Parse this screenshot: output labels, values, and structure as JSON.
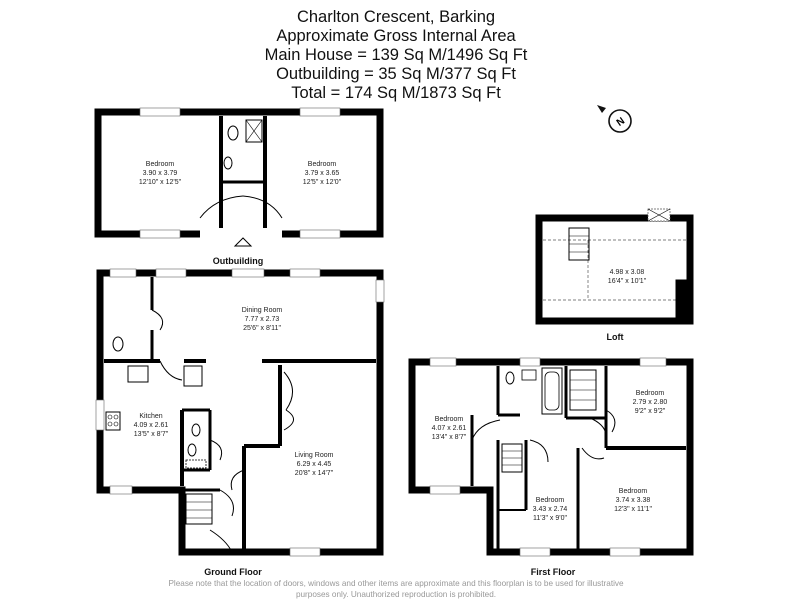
{
  "header": {
    "address": "Charlton Crescent, Barking",
    "area_title": "Approximate Gross Internal Area",
    "main_house": "Main House = 139 Sq M/1496 Sq Ft",
    "outbuilding": "Outbuilding = 35 Sq M/377 Sq Ft",
    "total": "Total = 174 Sq M/1873 Sq Ft"
  },
  "compass": {
    "letter": "N",
    "icon": "north-compass-icon"
  },
  "floors": {
    "outbuilding": "Outbuilding",
    "ground": "Ground Floor",
    "first": "First Floor",
    "loft": "Loft"
  },
  "rooms": {
    "out_bed1": {
      "name": "Bedroom",
      "metric": "3.90 x 3.79",
      "imperial": "12'10\" x 12'5\""
    },
    "out_bed2": {
      "name": "Bedroom",
      "metric": "3.79 x 3.65",
      "imperial": "12'5\" x 12'0\""
    },
    "dining": {
      "name": "Dining Room",
      "metric": "7.77 x 2.73",
      "imperial": "25'6\" x 8'11\""
    },
    "kitchen": {
      "name": "Kitchen",
      "metric": "4.09 x 2.61",
      "imperial": "13'5\" x 8'7\""
    },
    "living": {
      "name": "Living Room",
      "metric": "6.29 x 4.45",
      "imperial": "20'8\" x 14'7\""
    },
    "loft_room": {
      "metric": "4.98 x 3.08",
      "imperial": "16'4\" x 10'1\""
    },
    "ff_bed_left": {
      "name": "Bedroom",
      "metric": "4.07 x 2.61",
      "imperial": "13'4\" x 8'7\""
    },
    "ff_bed_tr": {
      "name": "Bedroom",
      "metric": "2.79 x 2.80",
      "imperial": "9'2\" x 9'2\""
    },
    "ff_bed_mid": {
      "name": "Bedroom",
      "metric": "3.43 x 2.74",
      "imperial": "11'3\" x 9'0\""
    },
    "ff_bed_br": {
      "name": "Bedroom",
      "metric": "3.74 x 3.38",
      "imperial": "12'3\" x 11'1\""
    }
  },
  "disclaimer": {
    "line1": "Please note that the location of doors, windows and other items are approximate and this floorplan is to be used for illustrative",
    "line2": "purposes only. Unauthorized reproduction is prohibited."
  }
}
